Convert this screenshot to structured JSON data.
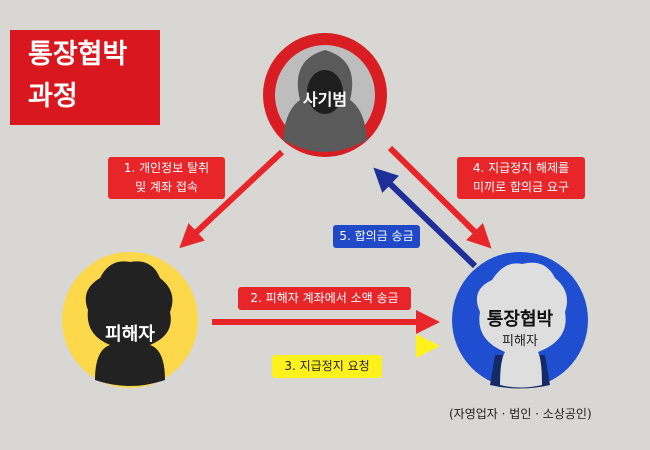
{
  "title": {
    "line1": "통장협박",
    "line2": "과정"
  },
  "nodes": {
    "scammer": {
      "label": "사기범",
      "ring_color": "#d81e22"
    },
    "victim": {
      "label": "피해자",
      "ring_color": "#fcd84a"
    },
    "business": {
      "label": "통장협박",
      "sublabel": "피해자",
      "ring_color": "#1f4fd0",
      "caption": "(자영업자 · 법인 · 소상공인)"
    }
  },
  "steps": [
    {
      "line1": "1. 개인정보 탈취",
      "line2": "및 계좌 접속"
    },
    {
      "line1": "2. 피해자 계좌에서 소액 송금"
    },
    {
      "line1": "3. 지급정지 요청"
    },
    {
      "line1": "4. 지급정지 해제를",
      "line2": "미끼로 합의금 요구"
    },
    {
      "line1": "5. 합의금 송금"
    }
  ],
  "colors": {
    "red": "#e8262a",
    "blue": "#2049c8",
    "yellow": "#fff21c"
  }
}
